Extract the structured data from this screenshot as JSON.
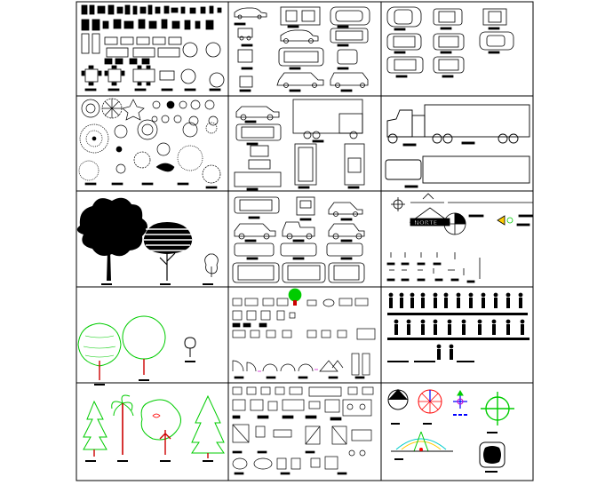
{
  "sheet": {
    "rows": 5,
    "cols": 3,
    "colors": {
      "background": "#ffffff",
      "ink": "#000000",
      "tree_green": "#00cc00",
      "trunk_red": "#cc0000",
      "accent_red": "#ff0000",
      "accent_yellow": "#ffcc00",
      "accent_blue": "#0000ff",
      "accent_cyan": "#00cccc",
      "accent_magenta": "#cc00cc"
    },
    "north_label": "NORTE",
    "cells": [
      {
        "id": "r1c1",
        "icon": "furniture-icons"
      },
      {
        "id": "r1c2",
        "icon": "car-elevations-icons"
      },
      {
        "id": "r1c3",
        "icon": "car-plan-views-icons"
      },
      {
        "id": "r2c1",
        "icon": "tree-plan-symbols-icons"
      },
      {
        "id": "r2c2",
        "icon": "trucks-and-vans-icons"
      },
      {
        "id": "r2c3",
        "icon": "semi-truck-icons"
      },
      {
        "id": "r3c1",
        "icon": "solid-tree-elevations-icons"
      },
      {
        "id": "r3c2",
        "icon": "car-mixed-views-icons"
      },
      {
        "id": "r3c3",
        "icon": "north-arrows-and-markers-icons"
      },
      {
        "id": "r4c1",
        "icon": "green-tree-elevations-icons"
      },
      {
        "id": "r4c2",
        "icon": "bathroom-doors-symbols-icons"
      },
      {
        "id": "r4c3",
        "icon": "people-silhouettes-icons"
      },
      {
        "id": "r5c1",
        "icon": "palm-and-conifer-icons"
      },
      {
        "id": "r5c2",
        "icon": "kitchen-and-fixtures-icons"
      },
      {
        "id": "r5c3",
        "icon": "compass-and-signs-icons"
      }
    ]
  }
}
